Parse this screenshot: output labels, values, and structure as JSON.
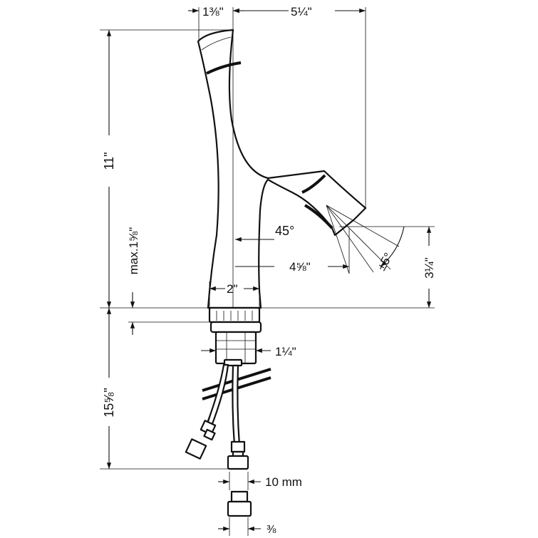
{
  "dimensions": {
    "spout_tip_width": "1⅜\"",
    "spout_reach": "5¼\"",
    "total_height": "11\"",
    "max_deck": "max.1⅝\"",
    "base_diameter": "2\"",
    "aerator_height": "3¼\"",
    "aerator_offset": "4⅝\"",
    "spray_angle": "45°",
    "swivel_angle": "±5°",
    "shank_diameter": "1¼\"",
    "hose_length": "15⅝\"",
    "hose_nut": "10 mm",
    "connection_thread": "⅜"
  }
}
